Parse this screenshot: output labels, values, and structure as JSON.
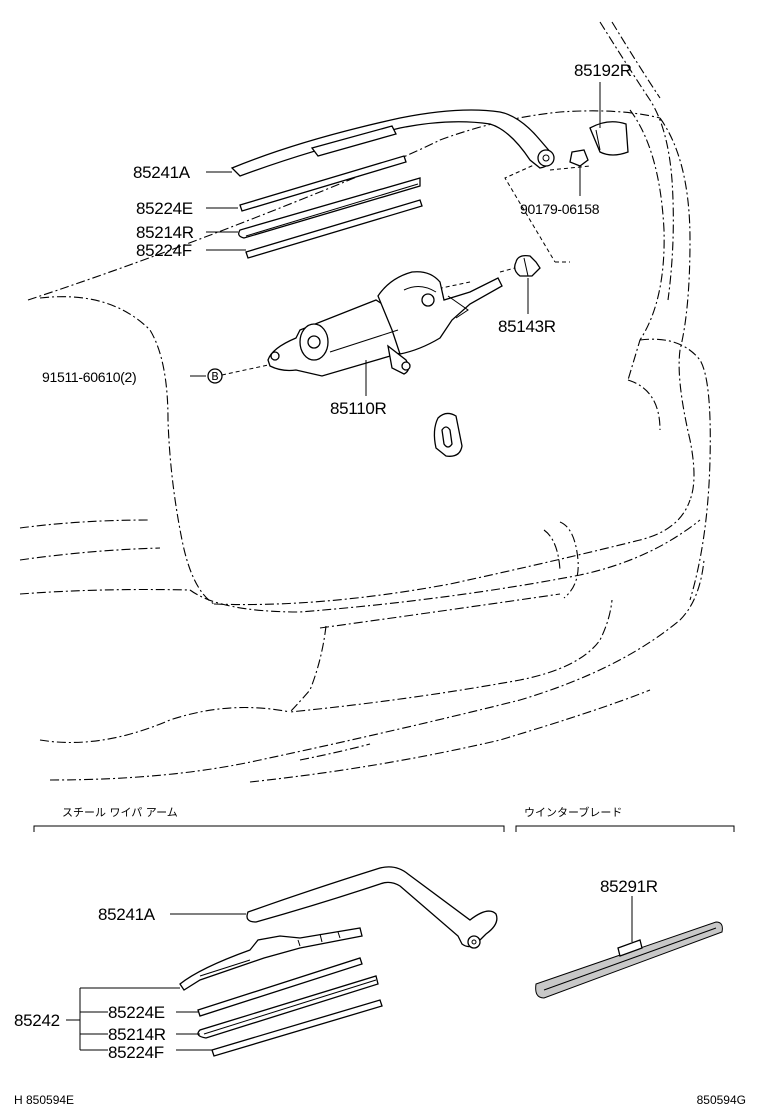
{
  "labels": {
    "p85192R": "85192R",
    "p85241A_top": "85241A",
    "p90179": "90179-06158",
    "p85224E_top": "85224E",
    "p85214R_top": "85214R",
    "p85224F_top": "85224F",
    "p85143R": "85143R",
    "p91511": "91511-60610(2)",
    "marker_b": "B",
    "p85110R": "85110R",
    "p85241A_bot": "85241A",
    "p85242": "85242",
    "p85224E_bot": "85224E",
    "p85214R_bot": "85214R",
    "p85224F_bot": "85224F",
    "p85291R": "85291R"
  },
  "sections": {
    "steel_arm": "スチール ワイパ アーム",
    "winter_blade": "ウインターブレード"
  },
  "footer": {
    "left_code": "H 850594E",
    "right_code": "850594G"
  }
}
